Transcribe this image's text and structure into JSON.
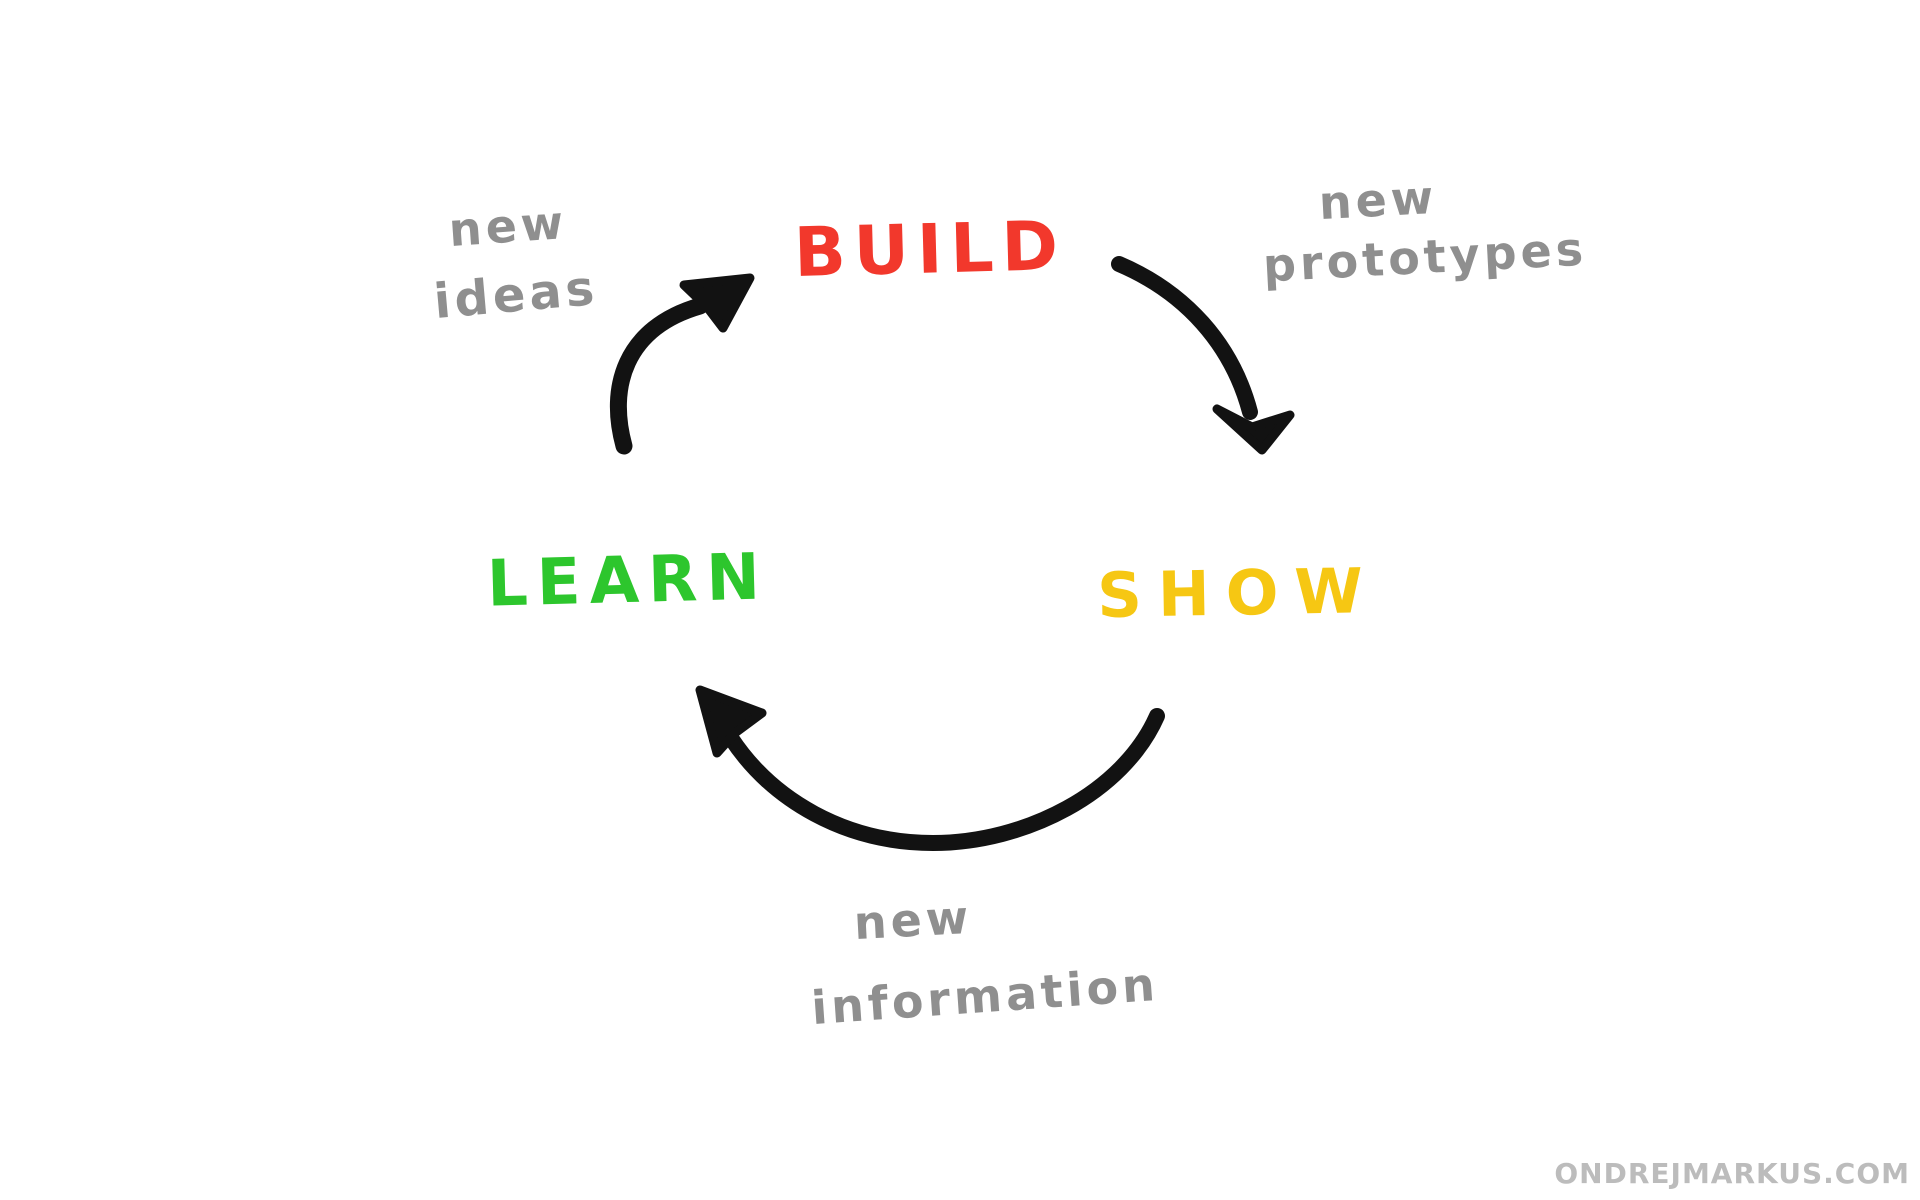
{
  "background": "#ffffff",
  "colors": {
    "build": "#f2382c",
    "learn": "#2dc62d",
    "show": "#f6c713",
    "label": "#8f8f8f",
    "arrow": "#121212",
    "watermark": "#bcbcbc"
  },
  "diagram": {
    "type": "cycle",
    "nodes": [
      {
        "id": "build",
        "label": "BUILD",
        "color": "#f2382c"
      },
      {
        "id": "show",
        "label": "SHOW",
        "color": "#f6c713"
      },
      {
        "id": "learn",
        "label": "LEARN",
        "color": "#2dc62d"
      }
    ],
    "edges": [
      {
        "from": "learn",
        "to": "build",
        "label": "new ideas",
        "label_line1": "new",
        "label_line2": "ideas"
      },
      {
        "from": "build",
        "to": "show",
        "label": "new prototypes",
        "label_line1": "new",
        "label_line2": "prototypes"
      },
      {
        "from": "show",
        "to": "learn",
        "label": "new information",
        "label_line1": "new",
        "label_line2": "information"
      }
    ]
  },
  "watermark": "ONDREJMARKUS.COM"
}
